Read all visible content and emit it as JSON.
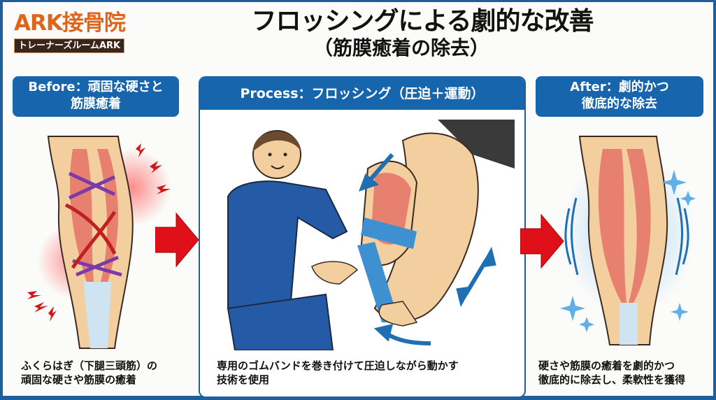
{
  "brand": {
    "name": "ARK接骨院",
    "subtitle": "トレーナーズルームARK"
  },
  "title": {
    "main": "フロッシングによる劇的な改善",
    "sub": "（筋膜癒着の除去）"
  },
  "panels": {
    "before": {
      "label_line1": "Before：頑固な硬さと",
      "label_line2": "筋膜癒着",
      "caption_line1": "ふくらはぎ（下腿三頭筋）の",
      "caption_line2": "頑固な硬さや筋膜の癒着"
    },
    "process": {
      "label": "Process：フロッシング（圧迫＋運動）",
      "caption_line1": "専用のゴムバンドを巻き付けて圧迫しながら動かす",
      "caption_line2": "技術を使用"
    },
    "after": {
      "label_line1": "After：劇的かつ",
      "label_line2": "徹底的な除去",
      "caption_line1": "硬さや筋膜の癒着を劇的かつ",
      "caption_line2": "徹底的に除去し、柔軟性を獲得"
    }
  },
  "colors": {
    "frame": "#1f5f9a",
    "label_bg": "#1765ad",
    "brand_orange": "#e0651c",
    "arrow_red": "#e0101a",
    "muscle": "#e88070",
    "skin": "#f3cfa0",
    "band_blue": "#3f90d0"
  }
}
